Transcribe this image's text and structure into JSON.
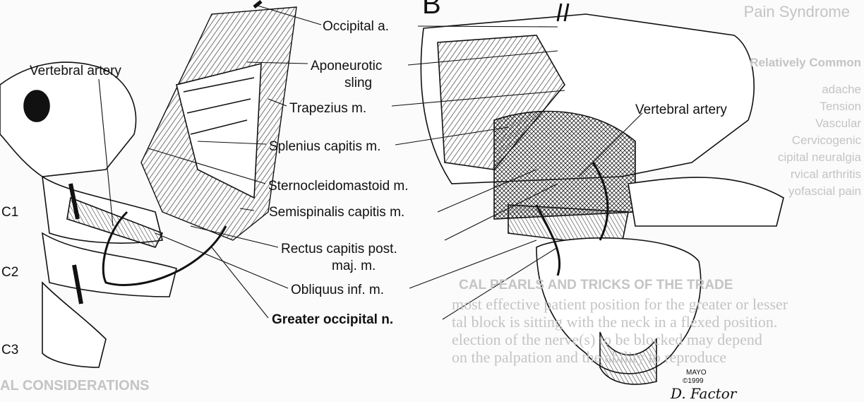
{
  "panel_letter": "B",
  "labels": {
    "occipital_a": "Occipital a.",
    "vertebral_artery_left": "Vertebral artery",
    "aponeurotic_line1": "Aponeurotic",
    "aponeurotic_line2": "sling",
    "trapezius": "Trapezius m.",
    "splenius": "Splenius capitis m.",
    "sternocleidomastoid": "Sternocleidomastoid m.",
    "semispinalis": "Semispinalis capitis m.",
    "rectus_line1": "Rectus capitis post.",
    "rectus_line2": "maj. m.",
    "obliquus": "Obliquus inf. m.",
    "greater_occipital": "Greater occipital n.",
    "vertebral_artery_right": "Vertebral artery"
  },
  "vertebrae": [
    "C1",
    "C2",
    "C3"
  ],
  "credit": {
    "line1": "MAYO",
    "line2": "©1999",
    "signature": "D. Factor"
  },
  "bleed_through": {
    "heading": "Pain Syndrome",
    "column": "Relatively Common",
    "items": [
      "adache",
      "Tension",
      "Vascular",
      "Cervicogenic",
      "cipital neuralgia",
      "rvical arthritis",
      "yofascial pain"
    ],
    "section": "CAL PEARLS AND TRICKS OF THE TRADE",
    "body": [
      "most effective patient position for the greater or lesser",
      "tal block is sitting with the neck in a flexed position.",
      "election of the nerve(s) to be blocked may depend",
      "on the palpation and the ability to reproduce"
    ],
    "left_section": "AL CONSIDERATIONS"
  }
}
